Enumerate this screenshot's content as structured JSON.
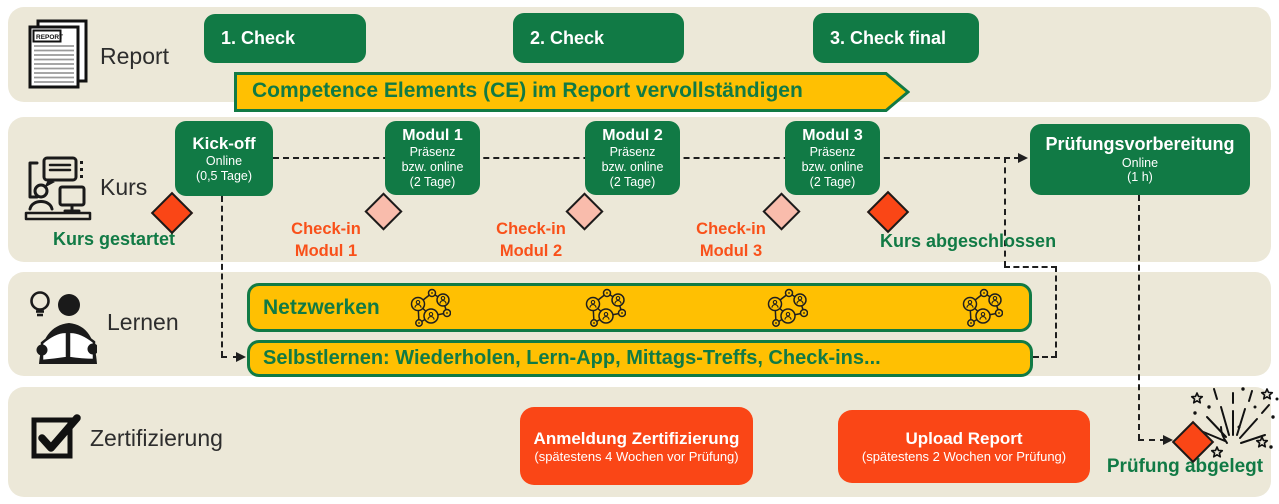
{
  "report": {
    "label": "Report",
    "icon_text": "REPORT",
    "checks": [
      "1. Check",
      "2. Check",
      "3. Check final"
    ],
    "banner": "Competence Elements (CE) im Report vervollständigen"
  },
  "kurs": {
    "label": "Kurs",
    "started": "Kurs gestartet",
    "finished": "Kurs abgeschlossen",
    "kickoff": {
      "title": "Kick-off",
      "mode": "Online",
      "duration": "(0,5 Tage)"
    },
    "modules": [
      {
        "title": "Modul 1",
        "mode1": "Präsenz",
        "mode2": "bzw. online",
        "duration": "(2 Tage)"
      },
      {
        "title": "Modul 2",
        "mode1": "Präsenz",
        "mode2": "bzw. online",
        "duration": "(2 Tage)"
      },
      {
        "title": "Modul 3",
        "mode1": "Präsenz",
        "mode2": "bzw. online",
        "duration": "(2 Tage)"
      }
    ],
    "exam_prep": {
      "title": "Prüfungsvorbereitung",
      "mode": "Online",
      "duration": "(1 h)"
    },
    "checkins": [
      {
        "line1": "Check-in",
        "line2": "Modul 1"
      },
      {
        "line1": "Check-in",
        "line2": "Modul 2"
      },
      {
        "line1": "Check-in",
        "line2": "Modul 3"
      }
    ]
  },
  "lernen": {
    "label": "Lernen",
    "netzwerken": "Netzwerken",
    "selbstlernen": "Selbstlernen: Wiederholen, Lern-App, Mittags-Treffs, Check-ins..."
  },
  "zertifizierung": {
    "label": "Zertifizierung",
    "anmeldung": {
      "title": "Anmeldung Zertifizierung",
      "note": "(spätestens 4 Wochen vor Prüfung)"
    },
    "upload": {
      "title": "Upload Report",
      "note": "(spätestens 2 Wochen vor Prüfung)"
    },
    "exam_done": "Prüfung abgelegt"
  },
  "icons": {
    "report": "report-document-icon",
    "kurs": "person-at-computer-icon",
    "lernen": "person-reading-lightbulb-icon",
    "zertifizierung": "checkbox-check-icon",
    "netzwerk": "people-network-icon",
    "feier": "fireworks-icon"
  },
  "colors": {
    "green": "#117A45",
    "yellow": "#FFC002",
    "orange": "#FA4616",
    "pink": "#F9BCAC",
    "row_beige": "#ECE8D8"
  }
}
